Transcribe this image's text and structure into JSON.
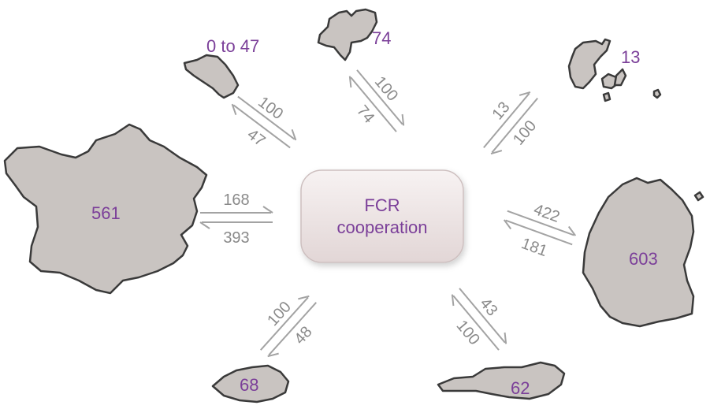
{
  "hub": {
    "line1": "FCR",
    "line2": "cooperation"
  },
  "countries": {
    "belgium": {
      "value": "0 to 47",
      "flow_out": "100",
      "flow_in": "47"
    },
    "netherlands": {
      "value": "74",
      "flow_out": "100",
      "flow_in": "74"
    },
    "denmark": {
      "value": "13",
      "flow_out": "13",
      "flow_in": "100"
    },
    "france": {
      "value": "561",
      "flow_out": "168",
      "flow_in": "393"
    },
    "germany": {
      "value": "603",
      "flow_out": "422",
      "flow_in": "181"
    },
    "switzerland": {
      "value": "68",
      "flow_out": "100",
      "flow_in": "48"
    },
    "austria": {
      "value": "62",
      "flow_out": "43",
      "flow_in": "100"
    }
  },
  "colors": {
    "map_fill": "#c9c4c1",
    "value_text": "#7b3f99",
    "flow_text": "#8a8a8a",
    "arrow": "#a3a3a3",
    "hub_fill_top": "#f7f2f2",
    "hub_fill_bottom": "#e2d6d6"
  }
}
